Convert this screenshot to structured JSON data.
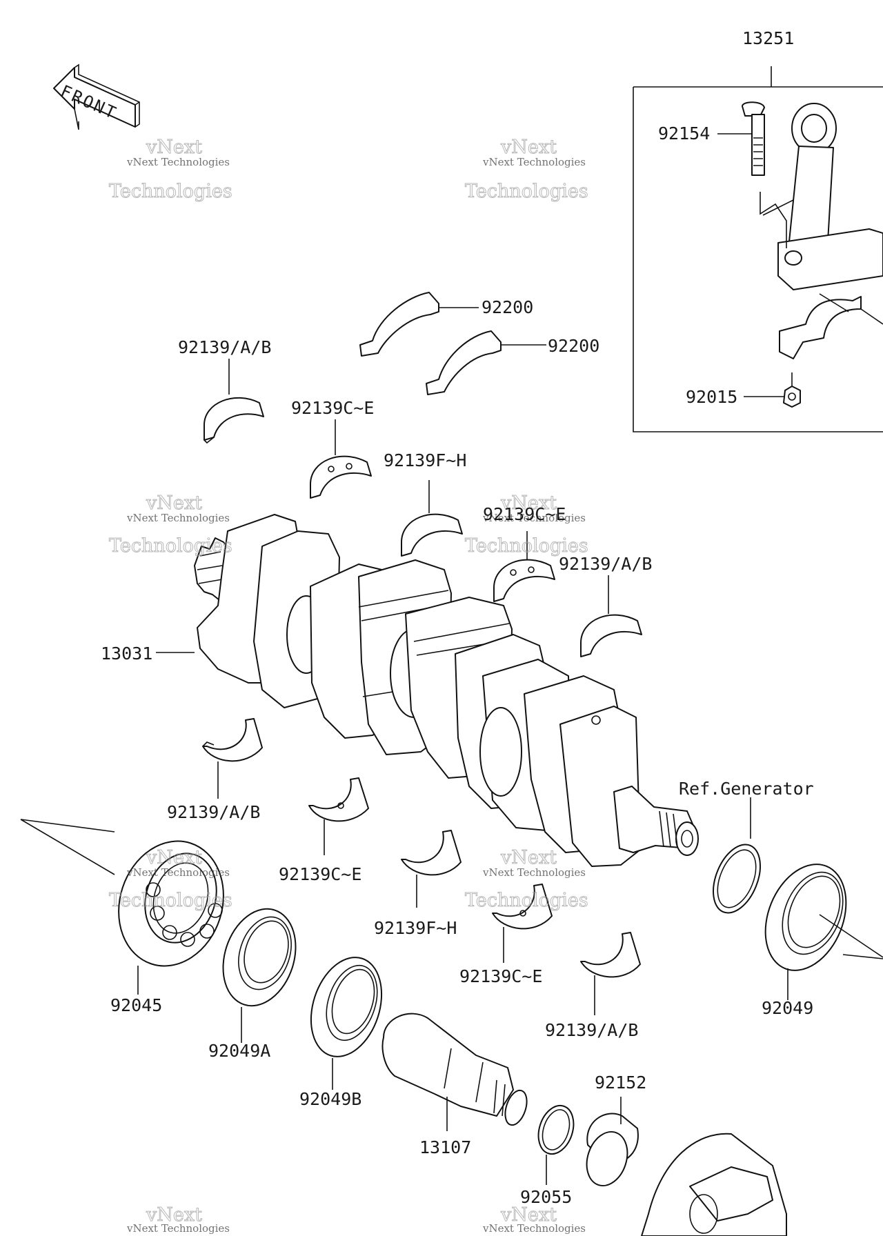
{
  "labels": {
    "l13251": "13251",
    "l92154": "92154",
    "l92200a": "92200",
    "l92200b": "92200",
    "l92015": "92015",
    "l92139ab_1": "92139/A/B",
    "l92139ce_1": "92139C~E",
    "l92139fh_1": "92139F~H",
    "l92139ce_2": "92139C~E",
    "l92139ab_2": "92139/A/B",
    "l13031": "13031",
    "l92139ab_3": "92139/A/B",
    "l92139ce_3": "92139C~E",
    "l92139fh_2": "92139F~H",
    "l92139ce_4": "92139C~E",
    "l92139ab_4": "92139/A/B",
    "lrefgen": "Ref.Generator",
    "l92045": "92045",
    "l92049a": "92049A",
    "l92049b": "92049B",
    "l13107": "13107",
    "l92152": "92152",
    "l92055": "92055",
    "l92049": "92049"
  },
  "front_arrow": {
    "text": "FRONT"
  },
  "watermark": {
    "line1": "vNext Technologies",
    "line2": "Technologies",
    "top": "vNext"
  },
  "colors": {
    "ink": "#111111",
    "paper": "#ffffff",
    "watermark": "#9a9a9a"
  }
}
